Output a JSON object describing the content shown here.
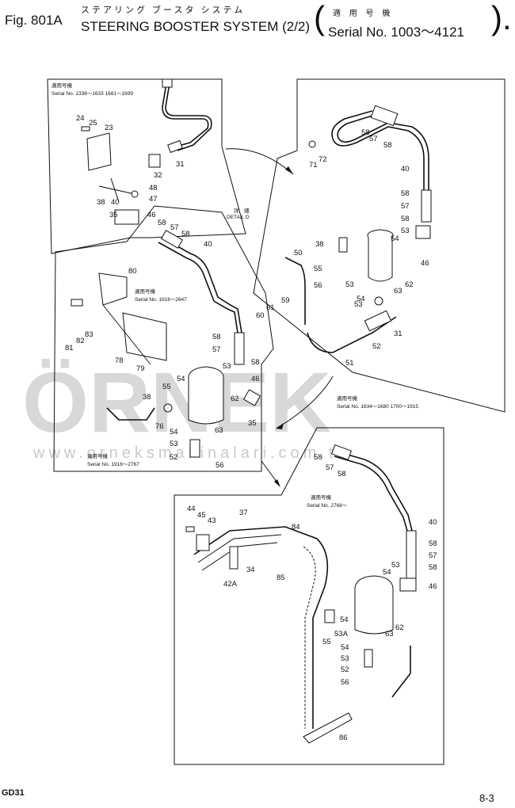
{
  "header": {
    "fig_number": "Fig. 801A",
    "title_jp": "ステアリング ブースタ システム",
    "title_en": "STEERING BOOSTER SYSTEM (2/2)",
    "applicability_jp": "適 用 号 機",
    "serial_range": "Serial No. 1003～4121"
  },
  "footer": {
    "model": "GD31",
    "page": "8-3"
  },
  "watermark": {
    "logo": "ÖRNEK",
    "url": "www.orneksmakinalari.com.tr"
  },
  "notes": {
    "top_left_jp": "適用号機",
    "top_left_serial": "Serial No. 1336～1633 1681～1699",
    "detail_jp": "詳　細",
    "detail_en": "DETAIL D",
    "mid_left_jp": "適用号機",
    "mid_left_serial": "Serial No. 1916～2647",
    "bottom_left_jp": "適用号機",
    "bottom_left_serial": "Serial No. 1916～2767",
    "right_jp": "適用号機",
    "right_serial": "Serial No. 1634～1680 1700～1915",
    "bottom_jp": "適用号機",
    "bottom_serial": "Serial No. 2768～"
  },
  "labels": {
    "p1": "24",
    "p2": "25",
    "p3": "23",
    "p4": "32",
    "p5": "31",
    "p6": "48",
    "p7": "47",
    "p8": "38",
    "p9": "40",
    "p10": "35",
    "p11": "46",
    "p12": "58",
    "p13": "57",
    "p14": "58",
    "p15": "71",
    "p16": "72",
    "p17": "40",
    "p18": "58",
    "p19": "57",
    "p20": "58",
    "p21": "38",
    "p22": "53",
    "p23": "54",
    "p24": "46",
    "p25": "55",
    "p26": "56",
    "p27": "53",
    "p28": "54",
    "p29": "62",
    "p30": "63",
    "p31": "53",
    "p32": "31",
    "p33": "52",
    "p34": "50",
    "p35": "61",
    "p36": "59",
    "p37": "60",
    "p38": "51",
    "p39": "58",
    "p40": "57",
    "p41": "58",
    "p42": "40",
    "p43": "80",
    "p44": "83",
    "p45": "82",
    "p46": "81",
    "p47": "78",
    "p48": "79",
    "p49": "58",
    "p50": "57",
    "p51": "58",
    "p52": "53",
    "p53": "46",
    "p54": "54",
    "p55": "55",
    "p56": "62",
    "p57": "35",
    "p58": "63",
    "p59": "38",
    "p60": "76",
    "p61": "54",
    "p62": "53",
    "p63": "52",
    "p64": "56",
    "p65": "58",
    "p66": "57",
    "p67": "58",
    "p68": "44",
    "p69": "45",
    "p70": "43",
    "p71": "37",
    "p72": "84",
    "p73": "34",
    "p74": "42A",
    "p75": "85",
    "p76": "40",
    "p77": "58",
    "p78": "57",
    "p79": "58",
    "p80": "46",
    "p81": "53",
    "p82": "54",
    "p83": "62",
    "p84": "63",
    "p85": "55",
    "p86": "54",
    "p87": "53A",
    "p88": "54",
    "p89": "53",
    "p90": "52",
    "p91": "56",
    "p92": "86"
  }
}
